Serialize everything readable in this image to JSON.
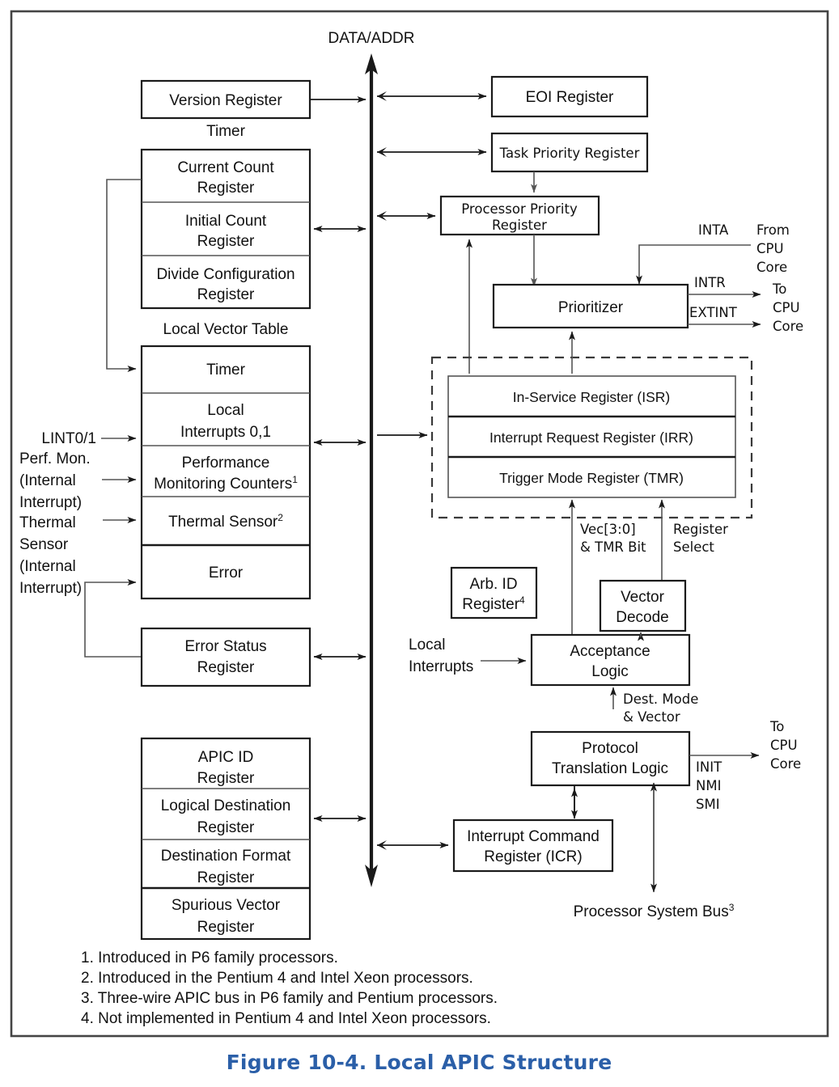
{
  "figure": {
    "caption": "Figure 10-4.  Local APIC Structure",
    "caption_color": "#2b5fa8",
    "bus_label": "DATA/ADDR"
  },
  "groups": {
    "timer_label": "Timer",
    "lvt_label": "Local Vector Table"
  },
  "left_column": {
    "version_register": "Version Register",
    "timer_block": [
      "Current Count\nRegister",
      "Initial Count\nRegister",
      "Divide Configuration\nRegister"
    ],
    "timer_block_lines": [
      [
        "Current Count",
        "Register"
      ],
      [
        "Initial Count",
        "Register"
      ],
      [
        "Divide Configuration",
        "Register"
      ]
    ],
    "lvt_rows": [
      {
        "line1": "Timer",
        "line2": "",
        "sup": ""
      },
      {
        "line1": "Local",
        "line2": "Interrupts 0,1",
        "sup": ""
      },
      {
        "line1": "Performance",
        "line2": "Monitoring Counters",
        "sup": "1"
      },
      {
        "line1": "Thermal Sensor",
        "line2": "",
        "sup": "2"
      },
      {
        "line1": "Error",
        "line2": "",
        "sup": ""
      }
    ],
    "error_status_register": [
      "Error Status",
      "Register"
    ],
    "id_block": [
      [
        "APIC ID",
        "Register"
      ],
      [
        "Logical Destination",
        "Register"
      ],
      [
        "Destination Format",
        "Register"
      ],
      [
        "Spurious Vector",
        "Register"
      ]
    ]
  },
  "left_inputs": {
    "lint": "LINT0/1",
    "perf_mon": [
      "Perf. Mon.",
      "(Internal",
      "Interrupt)"
    ],
    "thermal": [
      "Thermal",
      "Sensor",
      "(Internal",
      "Interrupt)"
    ]
  },
  "right_column": {
    "eoi_register": "EOI Register",
    "task_priority_register": "Task Priority Register",
    "processor_priority_register": [
      "Processor Priority",
      "Register"
    ],
    "prioritizer": "Prioritizer",
    "isr": "In-Service Register (ISR)",
    "irr": "Interrupt Request Register (IRR)",
    "tmr": "Trigger Mode Register (TMR)",
    "arb_id_register": {
      "line1": "Arb. ID",
      "line2": "Register",
      "sup": "4"
    },
    "vector_decode": [
      "Vector",
      "Decode"
    ],
    "acceptance_logic": [
      "Acceptance",
      "Logic"
    ],
    "protocol_translation_logic": [
      "Protocol",
      "Translation Logic"
    ],
    "icr": [
      "Interrupt Command",
      "Register (ICR)"
    ]
  },
  "signals": {
    "inta": "INTA",
    "intr": "INTR",
    "extint": "EXTINT",
    "from_cpu_core": [
      "From",
      "CPU",
      "Core"
    ],
    "to_cpu_core_top": [
      "To",
      "CPU",
      "Core"
    ],
    "to_cpu_core_bottom": [
      "To",
      "CPU",
      "Core"
    ],
    "vec_tmr": [
      "Vec[3:0]",
      "& TMR Bit"
    ],
    "register_select": [
      "Register",
      "Select"
    ],
    "local_interrupts": [
      "Local",
      "Interrupts"
    ],
    "dest_mode_vector": [
      "Dest. Mode",
      "& Vector"
    ],
    "init_nmi_smi": [
      "INIT",
      "NMI",
      "SMI"
    ],
    "processor_system_bus": {
      "text": "Processor System Bus",
      "sup": "3"
    }
  },
  "footnotes": [
    "1. Introduced in P6 family processors.",
    "2. Introduced in the Pentium 4 and Intel Xeon processors.",
    "3. Three-wire APIC bus in P6 family and Pentium processors.",
    "4. Not implemented in Pentium 4 and Intel Xeon processors."
  ]
}
